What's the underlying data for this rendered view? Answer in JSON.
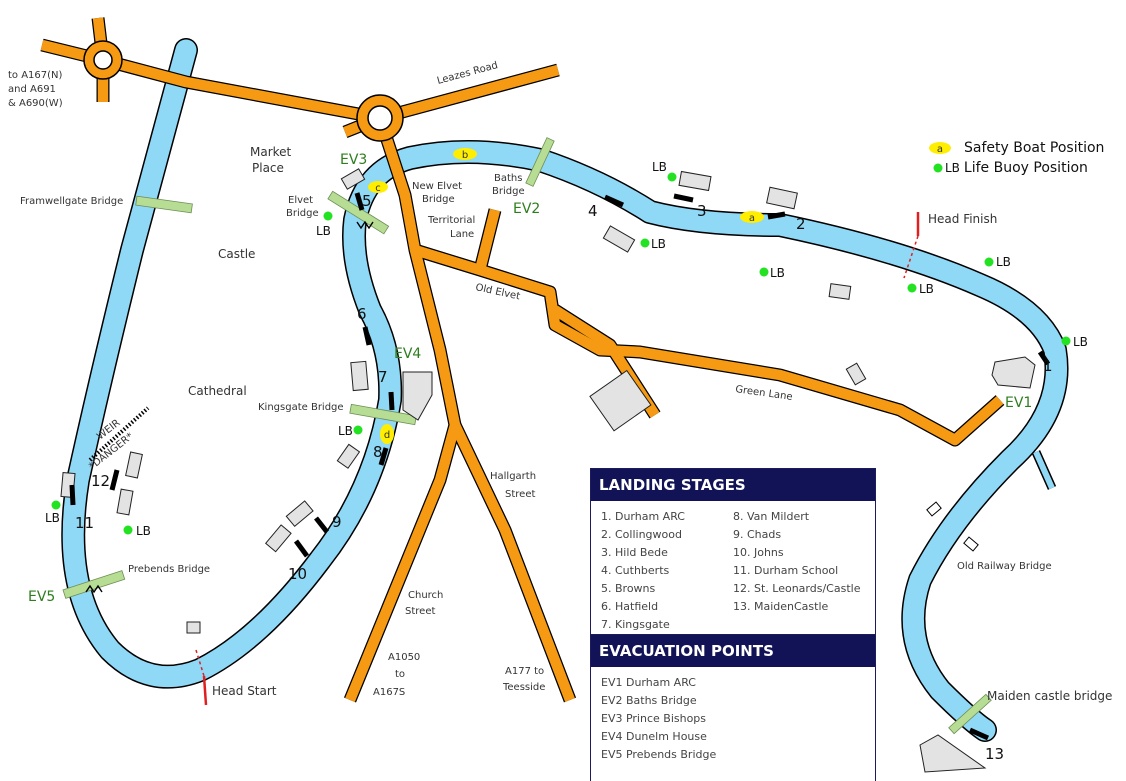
{
  "places": {
    "to_a167": [
      "to A167(N)",
      "and A691",
      "& A690(W)"
    ],
    "leazes_road": "Leazes Road",
    "market_place": [
      "Market",
      "Place"
    ],
    "framwellgate_bridge": "Framwellgate Bridge",
    "elvet_bridge": [
      "Elvet",
      "Bridge"
    ],
    "new_elvet_bridge": [
      "New Elvet",
      "Bridge"
    ],
    "baths_bridge": [
      "Baths",
      "Bridge"
    ],
    "territorial_lane": [
      "Territorial",
      "Lane"
    ],
    "castle": "Castle",
    "old_elvet": "Old Elvet",
    "cathedral": "Cathedral",
    "kingsgate_bridge": "Kingsgate Bridge",
    "green_lane": "Green Lane",
    "hallgarth_street": [
      "Hallgarth",
      "Street"
    ],
    "prebends_bridge": "Prebends Bridge",
    "church_street": [
      "Church",
      "Street"
    ],
    "a1050": [
      "A1050",
      "to",
      "A167S"
    ],
    "a177": [
      "A177 to",
      "Teesside"
    ],
    "old_railway_bridge": "Old Railway Bridge",
    "maiden_castle_bridge": "Maiden castle bridge",
    "weir": "WEIR",
    "danger": "*DANGER*",
    "head_finish": "Head Finish",
    "head_start": "Head Start"
  },
  "evac_markers": {
    "ev1": "EV1",
    "ev2": "EV2",
    "ev3": "EV3",
    "ev4": "EV4",
    "ev5": "EV5"
  },
  "stage_numbers": {
    "s1": "1",
    "s2": "2",
    "s3": "3",
    "s4": "4",
    "s5": "5",
    "s6": "6",
    "s7": "7",
    "s8": "8",
    "s9": "9",
    "s10": "10",
    "s11": "11",
    "s12": "12",
    "s13": "13"
  },
  "safety_boats": {
    "a": "a",
    "b": "b",
    "c": "c",
    "d": "d"
  },
  "life_buoy": "LB",
  "legend": {
    "safety_boat_symbol": "a",
    "safety_boat_label": "Safety Boat Position",
    "life_buoy_symbol": "LB",
    "life_buoy_label": "Life Buoy Position"
  },
  "landing_stages": {
    "title": "LANDING STAGES",
    "left": [
      "1. Durham ARC",
      "2. Collingwood",
      "3. Hild Bede",
      "4. Cuthberts",
      "5. Browns",
      "6. Hatfield",
      "7. Kingsgate"
    ],
    "right": [
      "8. Van Mildert",
      "9. Chads",
      "10. Johns",
      "11. Durham School",
      "12. St. Leonards/Castle",
      "13. MaidenCastle"
    ]
  },
  "evacuation_points": {
    "title": "EVACUATION POINTS",
    "items": [
      "EV1 Durham ARC",
      "EV2 Baths Bridge",
      "EV3 Prince Bishops",
      "EV4 Dunelm House",
      "EV5 Prebends Bridge"
    ]
  },
  "colors": {
    "river": "#8fd8f6",
    "road": "#f59a12",
    "bridge": "#b7dc94",
    "life_buoy": "#22e222",
    "safety_boat": "#ffee00",
    "evac_text": "#2e7d1e",
    "panel_header": "#121257",
    "start_finish": "#e02020"
  }
}
